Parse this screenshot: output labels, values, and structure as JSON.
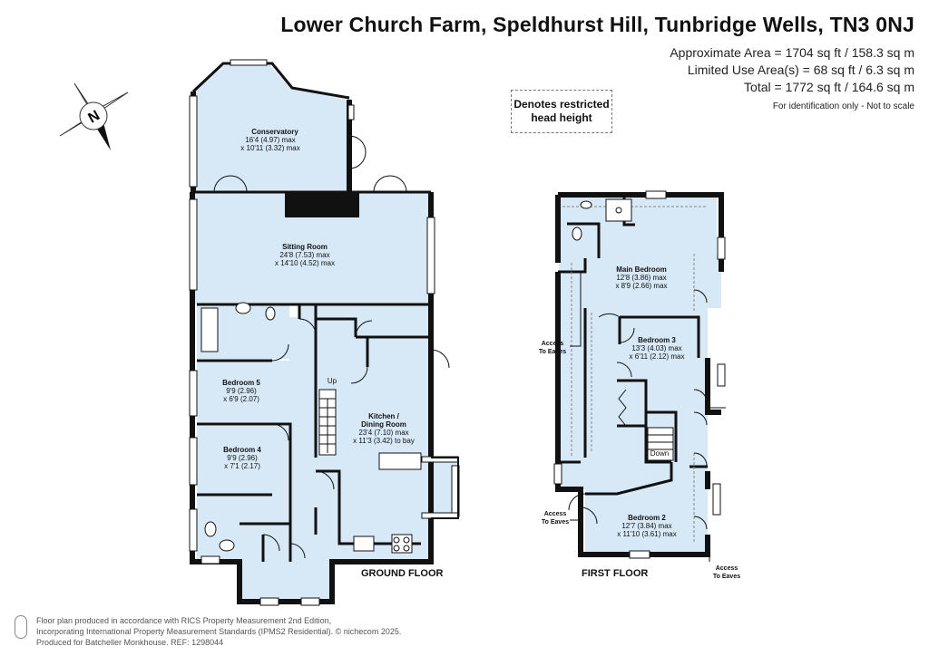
{
  "title": "Lower Church Farm, Speldhurst Hill, Tunbridge Wells, TN3 0NJ",
  "areas": {
    "approx": "Approximate Area = 1704 sq ft / 158.3 sq m",
    "limited": "Limited Use Area(s) = 68 sq ft / 6.3 sq m",
    "total": "Total = 1772 sq ft / 164.6 sq m",
    "note": "For identification only - Not to scale"
  },
  "legend": {
    "line1": "Denotes restricted",
    "line2": "head height"
  },
  "compass": {
    "label": "N"
  },
  "ground_floor": {
    "label": "GROUND FLOOR",
    "rooms": {
      "conservatory": {
        "name": "Conservatory",
        "dim1": "16'4 (4.97) max",
        "dim2": "x 10'11 (3.32) max"
      },
      "sitting": {
        "name": "Sitting Room",
        "dim1": "24'8 (7.53) max",
        "dim2": "x 14'10 (4.52) max"
      },
      "bedroom5": {
        "name": "Bedroom 5",
        "dim1": "9'9 (2.96)",
        "dim2": "x 6'9 (2.07)"
      },
      "bedroom4": {
        "name": "Bedroom 4",
        "dim1": "9'9 (2.96)",
        "dim2": "x 7'1 (2.17)"
      },
      "kitchen": {
        "name1": "Kitchen /",
        "name2": "Dining Room",
        "dim1": "23'4 (7.10) max",
        "dim2": "x 11'3 (3.42) to bay"
      }
    },
    "stairs_label": "Up"
  },
  "first_floor": {
    "label": "FIRST FLOOR",
    "rooms": {
      "main": {
        "name": "Main Bedroom",
        "dim1": "12'8 (3.86) max",
        "dim2": "x 8'9 (2.66) max"
      },
      "bedroom3": {
        "name": "Bedroom 3",
        "dim1": "13'3 (4.03) max",
        "dim2": "x 6'11 (2.12) max"
      },
      "bedroom2": {
        "name": "Bedroom 2",
        "dim1": "12'7 (3.84) max",
        "dim2": "x 11'10 (3.61) max"
      }
    },
    "stairs_label": "Down",
    "eaves": [
      "Access",
      "To Eaves"
    ]
  },
  "footer": {
    "line1": "Floor plan produced in accordance with RICS Property Measurement 2nd Edition,",
    "line2": "Incorporating International Property Measurement Standards (IPMS2 Residential).  © nichecom 2025.",
    "line3": "Produced for Batcheller Monkhouse.   REF:  1298044"
  },
  "colors": {
    "room_fill": "#d7e8f6",
    "wall": "#111111",
    "window": "#ffffff"
  }
}
